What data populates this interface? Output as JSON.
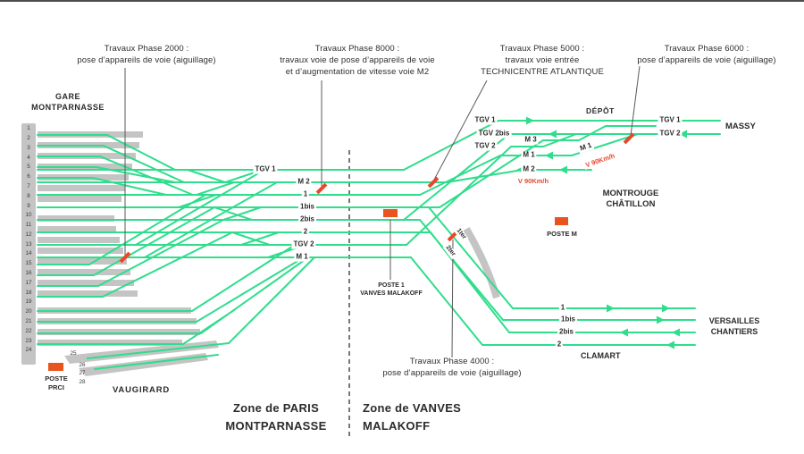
{
  "colors": {
    "track_green": "#2fdd8c",
    "platform_gray": "#c4c4c4",
    "marker_red": "#e8472b",
    "poste_orange": "#e8531f",
    "text_dark": "#2b2b2b"
  },
  "annotations": {
    "phase2000": {
      "title": "Travaux Phase 2000 :",
      "line1": "pose d’appareils de voie (aiguillage)"
    },
    "phase8000": {
      "title": "Travaux Phase 8000 :",
      "line1": "travaux voie de pose d’appareils de voie",
      "line2": "et d’augmentation de vitesse voie M2"
    },
    "phase5000": {
      "title": "Travaux Phase 5000 :",
      "line1": "travaux voie entrée",
      "line2": "TECHNICENTRE ATLANTIQUE"
    },
    "phase6000": {
      "title": "Travaux Phase 6000 :",
      "line1": "pose d’appareils de voie (aiguillage)"
    },
    "phase4000": {
      "title": "Travaux Phase 4000 :",
      "line1": "pose d’appareils de voie (aiguillage)"
    }
  },
  "stations": {
    "gare_line1": "GARE",
    "gare_line2": "MONTPARNASSE",
    "massy": "MASSY",
    "depot": "DÉPÔT",
    "montrouge_line1": "MONTROUGE",
    "montrouge_line2": "CHÂTILLON",
    "versailles_line1": "VERSAILLES",
    "versailles_line2": "CHANTIERS",
    "clamart": "CLAMART",
    "vaugirard": "VAUGIRARD"
  },
  "postes": {
    "prci_line1": "POSTE",
    "prci_line2": "PRCI",
    "poste1_line1": "POSTE 1",
    "poste1_line2": "VANVES MALAKOFF",
    "poste_m": "POSTE M"
  },
  "track_labels": {
    "left": {
      "tgv1": "TGV 1",
      "m2": "M 2",
      "t1": "1",
      "t1bis": "1bis",
      "t2bis": "2bis",
      "t2": "2",
      "tgv2": "TGV 2",
      "m1": "M 1"
    },
    "right": {
      "tgv1": "TGV 1",
      "tgv2bis": "TGV 2bis",
      "tgv2": "TGV 2",
      "m3": "M 3",
      "m1": "M 1",
      "m1_diag": "M 1",
      "m2": "M 2",
      "massy_tgv1": "TGV 1",
      "massy_tgv2": "TGV 2",
      "speed": "V 90Km/h"
    },
    "branch": {
      "t1ter": "1ter",
      "t2ter": "2ter"
    },
    "versailles": {
      "v1": "1",
      "v1bis": "1bis",
      "v2bis": "2bis",
      "v2": "2"
    }
  },
  "zones": {
    "paris_line1": "Zone de PARIS",
    "paris_line2": "MONTPARNASSE",
    "vanves_line1": "Zone de VANVES",
    "vanves_line2": "MALAKOFF"
  },
  "platforms": {
    "numbers": [
      "1",
      "2",
      "3",
      "4",
      "5",
      "6",
      "7",
      "8",
      "9",
      "10",
      "11",
      "12",
      "13",
      "14",
      "15",
      "16",
      "17",
      "18",
      "19",
      "20",
      "21",
      "22",
      "23",
      "24",
      "25",
      "26",
      "27",
      "28"
    ]
  }
}
